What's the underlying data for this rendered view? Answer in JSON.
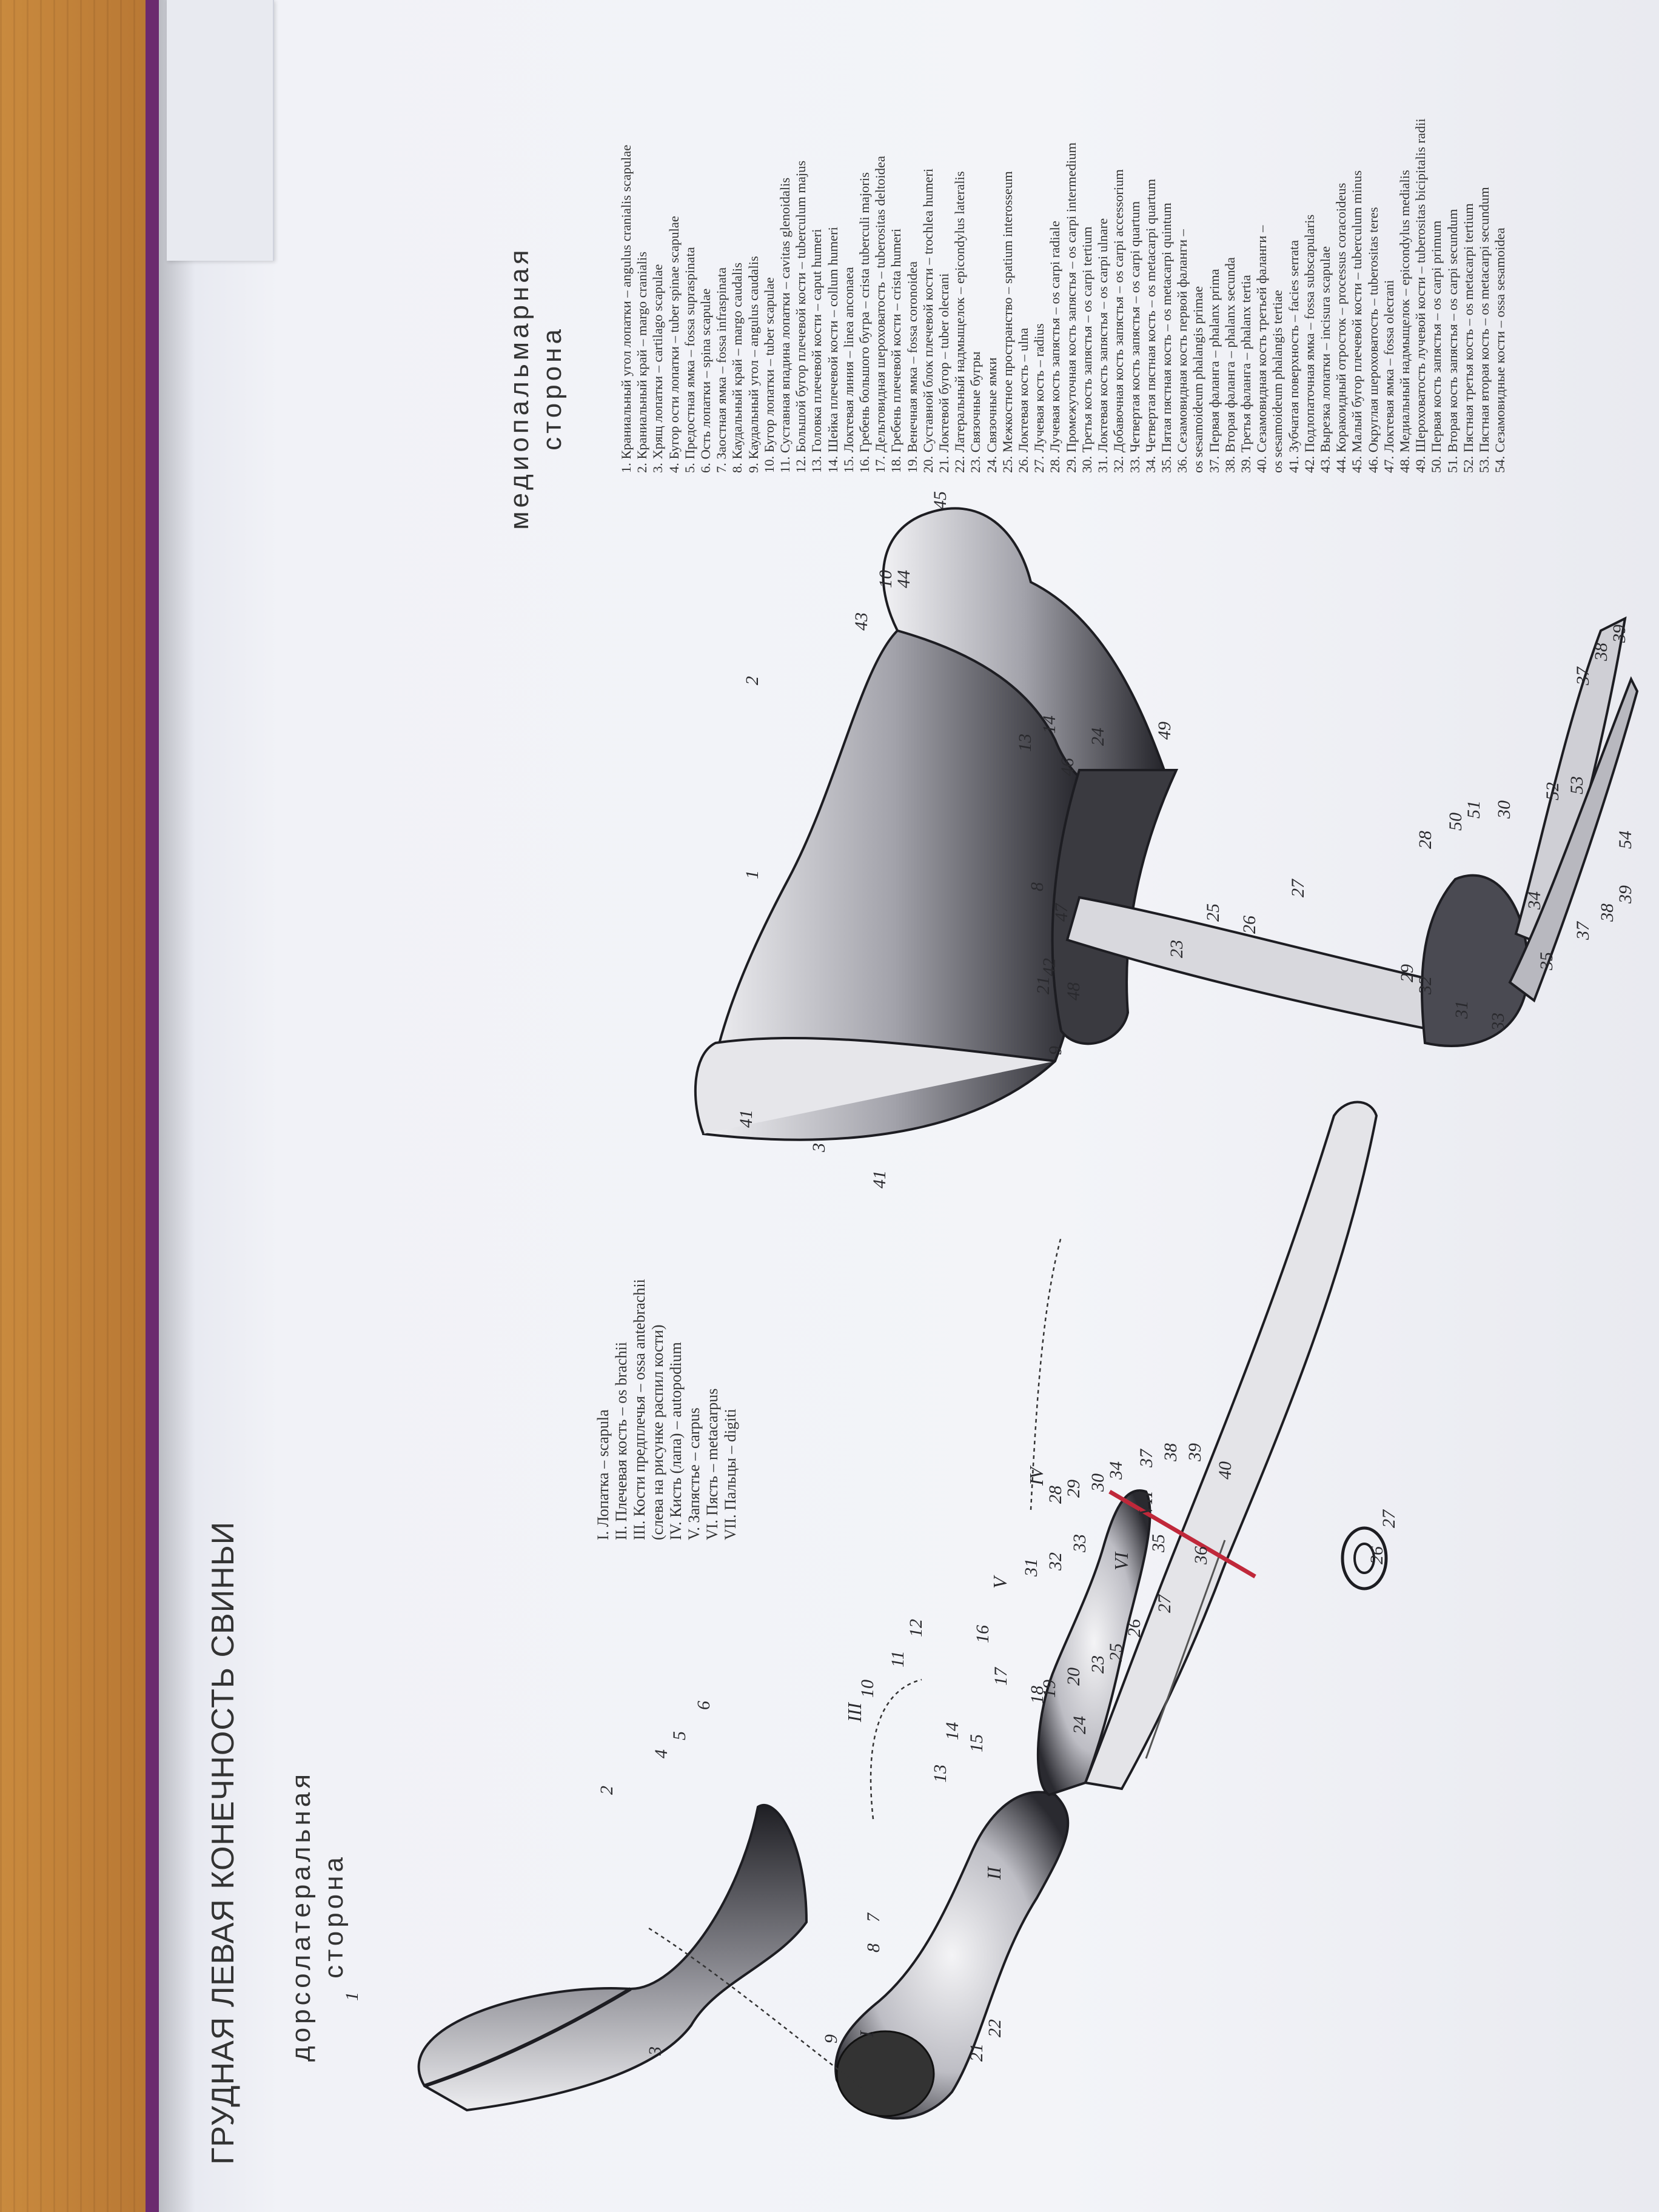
{
  "heading": "ГРУДНАЯ ЛЕВАЯ КОНЕЧНОСТЬ СВИНЬИ",
  "views": {
    "left": [
      "дорсолатеральная",
      "сторона"
    ],
    "right": [
      "медиопальмарная",
      "сторона"
    ]
  },
  "regions": [
    "I. Лопатка – scapula",
    "II. Плечевая кость – os brachii",
    "III. Кости предплечья – ossa antebrachii",
    "(слева на рисунке распил кости)",
    "IV. Кисть (лапа) – autopodium",
    "V. Запястье – carpus",
    "VI. Пясть – metacarpus",
    "VII. Пальцы – digiti"
  ],
  "legend": [
    "1. Краниальный угол лопатки – angulus cranialis scapulae",
    "2. Краниальный край – margo cranialis",
    "3. Хрящ лопатки – cartilago scapulae",
    "4. Бугор ости лопатки – tuber spinae scapulae",
    "5. Предостная ямка – fossa supraspinata",
    "6. Ость лопатки – spina scapulae",
    "7. Заостная ямка – fossa infraspinata",
    "8. Каудальный край – margo caudalis",
    "9. Каудальный угол – angulus caudalis",
    "10. Бугор лопатки – tuber scapulae",
    "11. Суставная впадина лопатки – cavitas glenoidalis",
    "12. Большой бугор плечевой кости – tuberculum majus",
    "13. Головка плечевой кости – caput humeri",
    "14. Шейка плечевой кости – collum humeri",
    "15. Локтевая линия – linea anconaea",
    "16. Гребень большого бугра – crista tuberculi majoris",
    "17. Дельтовидная шероховатость – tuberositas deltoidea",
    "18. Гребень плечевой кости – crista humeri",
    "19. Венечная ямка – fossa coronoidea",
    "20. Суставной блок плечевой кости – trochlea humeri",
    "21. Локтевой бугор – tuber olecrani",
    "22. Латеральный надмыщелок – epicondylus lateralis",
    "23. Связочные бугры",
    "24. Связочные ямки",
    "25. Межкостное пространство – spatium interosseum",
    "26. Локтевая кость – ulna",
    "27. Лучевая кость – radius",
    "28. Лучевая кость запястья – os carpi radiale",
    "29. Промежуточная кость запястья – os carpi intermedium",
    "30. Третья кость запястья – os carpi tertium",
    "31. Локтевая кость запястья – os carpi ulnare",
    "32. Добавочная кость запястья – os carpi accessorium",
    "33. Четвертая кость запястья – os carpi quartum",
    "34. Четвертая пястная кость – os metacarpi quartum",
    "35. Пятая пястная кость – os metacarpi quintum",
    "36. Сезамовидная кость первой фаланги –",
    "os sesamoideum phalangis primae",
    "37. Первая фаланга – phalanx prima",
    "38. Вторая фаланга – phalanx secunda",
    "39. Третья фаланга – phalanx tertia",
    "40. Сезамовидная кость третьей фаланги –",
    "os sesamoideum phalangis tertiae",
    "41. Зубчатая поверхность – facies serrata",
    "42. Подлопаточная ямка – fossa subscapularis",
    "43. Вырезка лопатки – incisura scapulae",
    "44. Коракоидный отросток – processus coracoideus",
    "45. Малый бугор плечевой кости – tuberculum minus",
    "46. Округлая шероховатость – tuberositas teres",
    "47. Локтевая ямка – fossa olecrani",
    "48. Медиальный надмыщелок – epicondylus medialis",
    "49. Шероховатость лучевой кости – tuberositas bicipitalis radii",
    "50. Первая кость запястья – os carpi primum",
    "51. Вторая кость запястья – os carpi secundum",
    "52. Пястная третья кость – os metacarpi tertium",
    "53. Пястная вторая кость – os metacarpi secundum",
    "54. Сезамовидные кости – ossa sesamoidea"
  ],
  "callouts_left": [
    "1",
    "2",
    "3",
    "4",
    "5",
    "6",
    "7",
    "8",
    "9",
    "10",
    "11",
    "12",
    "13",
    "14",
    "15",
    "16",
    "17",
    "18",
    "19",
    "20",
    "21",
    "22",
    "23",
    "24",
    "25",
    "26",
    "27",
    "28",
    "29",
    "30",
    "31",
    "32",
    "33",
    "34",
    "35",
    "36",
    "37",
    "38",
    "39",
    "40",
    "26",
    "27"
  ],
  "roman_left": [
    "I",
    "II",
    "III",
    "IV",
    "V",
    "VI",
    "VII"
  ],
  "callouts_right": [
    "1",
    "2",
    "3",
    "41",
    "41",
    "8",
    "42",
    "9",
    "43",
    "10",
    "44",
    "45",
    "13",
    "14",
    "46",
    "24",
    "49",
    "47",
    "21",
    "48",
    "23",
    "25",
    "26",
    "27",
    "28",
    "50",
    "51",
    "30",
    "52",
    "53",
    "29",
    "32",
    "31",
    "33",
    "34",
    "35",
    "37",
    "38",
    "39",
    "37",
    "38",
    "39",
    "54"
  ],
  "colors": {
    "marker": "#c0283a",
    "ink": "#1d1d22",
    "page": "#f3f4f8"
  }
}
